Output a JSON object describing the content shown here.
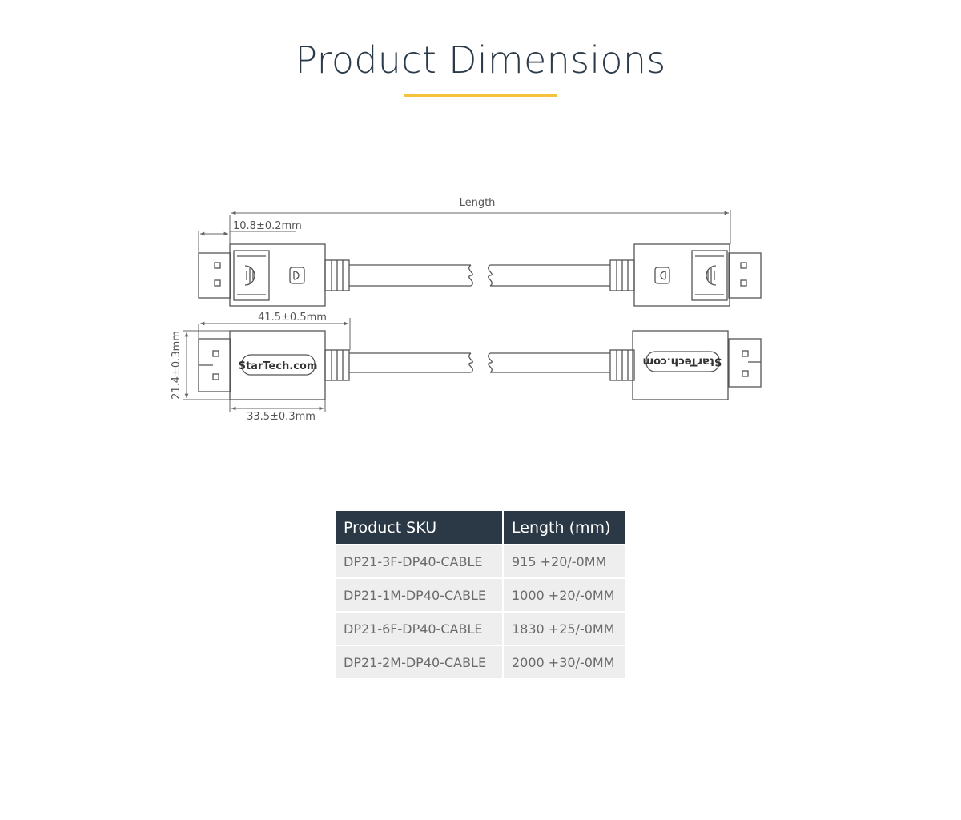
{
  "page": {
    "title": "Product Dimensions",
    "accent_color": "#f5c33b",
    "header_color": "#2b3947"
  },
  "diagram": {
    "length_label": "Length",
    "latch_width_label": "10.8±0.2mm",
    "body_length_label": "41.5±0.5mm",
    "height_label": "21.4±0.3mm",
    "housing_length_label": "33.5±0.3mm",
    "brand_left": "StarTech.com",
    "brand_right": "StarTech.com"
  },
  "table": {
    "headers": [
      "Product SKU",
      "Length (mm)"
    ],
    "rows": [
      [
        "DP21-3F-DP40-CABLE",
        "915 +20/-0MM"
      ],
      [
        "DP21-1M-DP40-CABLE",
        "1000 +20/-0MM"
      ],
      [
        "DP21-6F-DP40-CABLE",
        "1830 +25/-0MM"
      ],
      [
        "DP21-2M-DP40-CABLE",
        "2000 +30/-0MM"
      ]
    ]
  }
}
